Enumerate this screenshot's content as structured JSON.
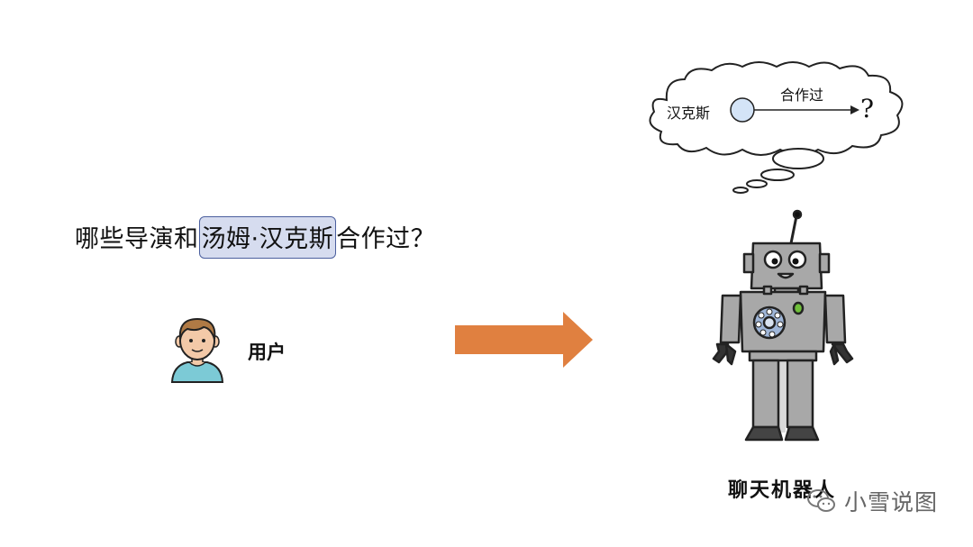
{
  "question": {
    "before": "哪些导演和",
    "entity": "汤姆·汉克斯",
    "after": "合作过？"
  },
  "user": {
    "label": "用户"
  },
  "bot": {
    "label": "聊天机器人"
  },
  "thought": {
    "subject": "汉克斯",
    "relation": "合作过",
    "object": "?"
  },
  "watermark": {
    "text": "小雪说图"
  },
  "colors": {
    "highlight_fill": "#d6dcef",
    "highlight_border": "#4b5f9e",
    "arrow": "#e08040",
    "node": "#d4e4f7"
  }
}
